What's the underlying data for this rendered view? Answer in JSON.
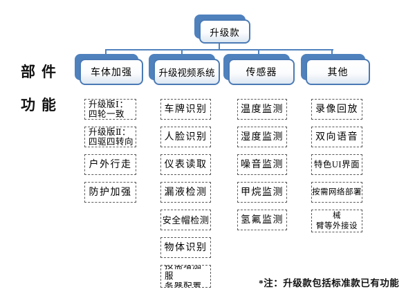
{
  "diagram": {
    "root": {
      "label": "升级款"
    },
    "row_labels": {
      "parts": "部件",
      "functions": "功能"
    },
    "branches": [
      {
        "label": "车体加强",
        "items": [
          "升级版Ⅰ：\n四轮一致",
          "升级版Ⅱ：\n四驱四转向",
          "户外行走",
          "防护加强"
        ]
      },
      {
        "label": "升级视频系统",
        "items": [
          "车牌识别",
          "人脸识别",
          "仪表读取",
          "漏液检测",
          "安全帽检测",
          "物体识别",
          "按需增加服\n务器配置"
        ]
      },
      {
        "label": "传感器",
        "items": [
          "温度监测",
          "湿度监测",
          "噪音监测",
          "甲烷监测",
          "氢氟监测"
        ]
      },
      {
        "label": "其他",
        "items": [
          "录像回放",
          "双向语音",
          "特色UI界面",
          "按需网络部署",
          "支持定制机械\n臂等外接设备"
        ]
      }
    ],
    "note": "*注：升级款包括标准款已有功能",
    "colors": {
      "accent_blue": "#4f81bd",
      "node_fill_bottom": "#dde7f2",
      "dashed_border": "#595959"
    }
  }
}
